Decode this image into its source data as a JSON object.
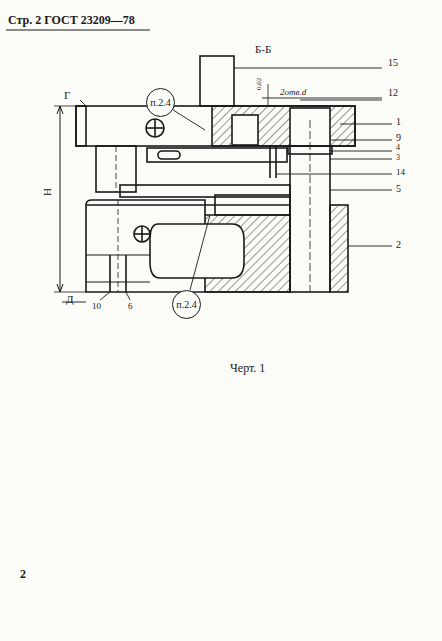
{
  "diagram": {
    "caption": "Черт. 1",
    "nodes": [
      {
        "text": [
          "п.2.4"
        ]
      },
      {
        "text": [
          "п.2.4"
        ]
      }
    ],
    "labels": [
      "Стр. 2  ГОСТ 23209—78",
      "Б-Б",
      "15",
      "12",
      "1",
      "9",
      "4",
      "3",
      "14",
      "5",
      "2",
      "Г",
      "H",
      "Д",
      "10",
      "6",
      "2отв.d",
      "0,02",
      "2"
    ]
  }
}
